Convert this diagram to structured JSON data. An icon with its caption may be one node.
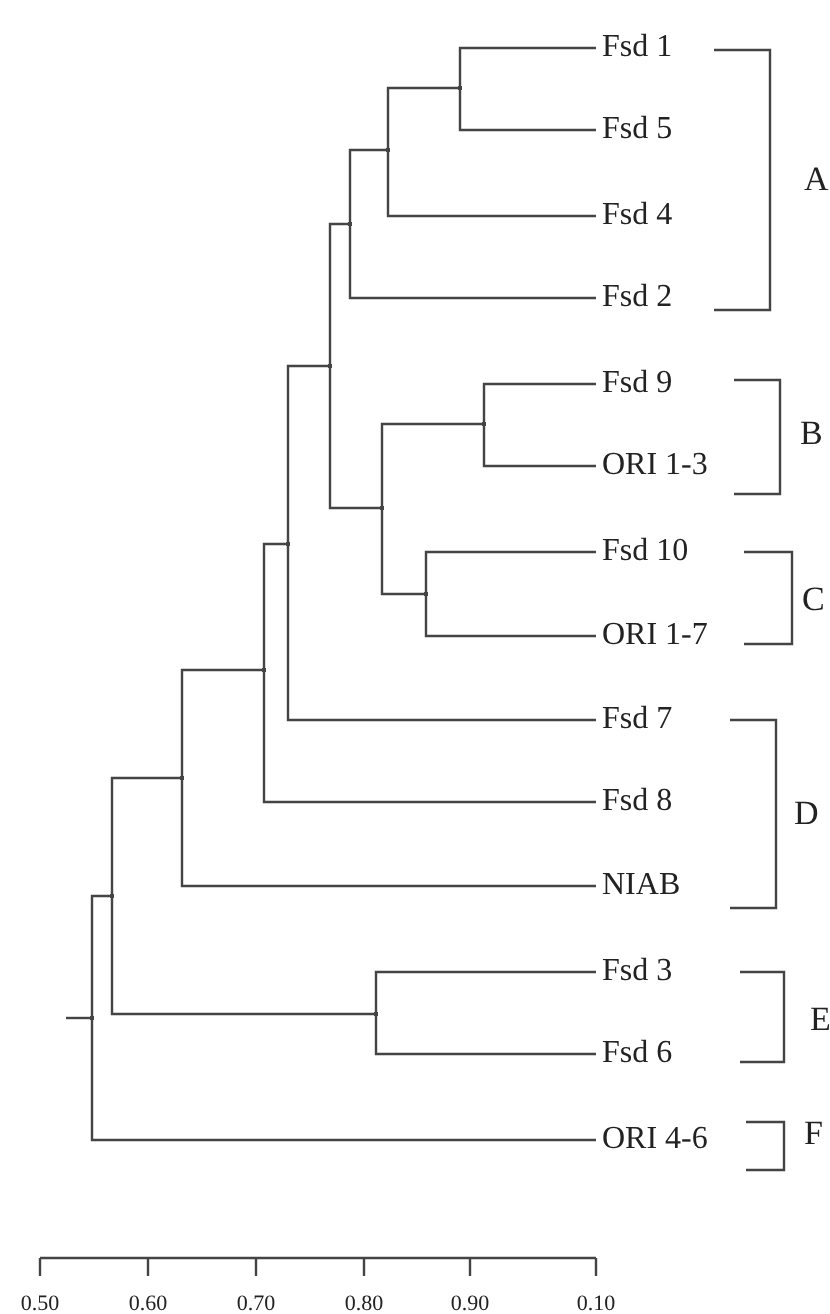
{
  "diagram": {
    "nodes": [
      {
        "text": [
          "Fsd 1"
        ]
      },
      {
        "text": [
          "Fsd 5"
        ]
      },
      {
        "text": [
          "Fsd 4"
        ]
      },
      {
        "text": [
          "Fsd 2"
        ]
      },
      {
        "text": [
          "Fsd 9"
        ]
      },
      {
        "text": [
          "ORI 1-3"
        ]
      },
      {
        "text": [
          "Fsd 10"
        ]
      },
      {
        "text": [
          "ORI 1-7"
        ]
      },
      {
        "text": [
          "Fsd 7"
        ]
      },
      {
        "text": [
          "Fsd 8"
        ]
      },
      {
        "text": [
          "NIAB"
        ]
      },
      {
        "text": [
          "Fsd 3"
        ]
      },
      {
        "text": [
          "Fsd 6"
        ]
      },
      {
        "text": [
          "ORI 4-6"
        ]
      },
      {
        "text": [],
        "shape": "junction"
      },
      {
        "text": [],
        "shape": "junction"
      },
      {
        "text": [],
        "shape": "junction"
      },
      {
        "text": [],
        "shape": "junction"
      },
      {
        "text": [],
        "shape": "junction"
      },
      {
        "text": [],
        "shape": "junction"
      },
      {
        "text": [],
        "shape": "junction"
      },
      {
        "text": [],
        "shape": "junction"
      },
      {
        "text": [],
        "shape": "junction"
      },
      {
        "text": [],
        "shape": "junction"
      },
      {
        "text": [],
        "shape": "junction"
      },
      {
        "text": [],
        "shape": "junction"
      },
      {
        "text": [],
        "shape": "junction"
      }
    ],
    "edges": [
      {
        "from": 25,
        "to": 0,
        "arrow": "none"
      },
      {
        "from": 25,
        "to": 1,
        "arrow": "none"
      },
      {
        "from": 23,
        "to": 25,
        "arrow": "none"
      },
      {
        "from": 23,
        "to": 2,
        "arrow": "none"
      },
      {
        "from": 20,
        "to": 23,
        "arrow": "none"
      },
      {
        "from": 20,
        "to": 3,
        "arrow": "none"
      },
      {
        "from": 26,
        "to": 4,
        "arrow": "none"
      },
      {
        "from": 26,
        "to": 5,
        "arrow": "none"
      },
      {
        "from": 24,
        "to": 6,
        "arrow": "none"
      },
      {
        "from": 24,
        "to": 7,
        "arrow": "none"
      },
      {
        "from": 22,
        "to": 26,
        "arrow": "none"
      },
      {
        "from": 22,
        "to": 24,
        "arrow": "none"
      },
      {
        "from": 19,
        "to": 20,
        "arrow": "none"
      },
      {
        "from": 19,
        "to": 22,
        "arrow": "none"
      },
      {
        "from": 18,
        "to": 19,
        "arrow": "none"
      },
      {
        "from": 18,
        "to": 8,
        "arrow": "none"
      },
      {
        "from": 17,
        "to": 18,
        "arrow": "none"
      },
      {
        "from": 17,
        "to": 9,
        "arrow": "none"
      },
      {
        "from": 16,
        "to": 17,
        "arrow": "none"
      },
      {
        "from": 16,
        "to": 10,
        "arrow": "none"
      },
      {
        "from": 21,
        "to": 11,
        "arrow": "none"
      },
      {
        "from": 21,
        "to": 12,
        "arrow": "none"
      },
      {
        "from": 15,
        "to": 16,
        "arrow": "none"
      },
      {
        "from": 15,
        "to": 21,
        "arrow": "none"
      },
      {
        "from": 14,
        "to": 15,
        "arrow": "none"
      },
      {
        "from": 14,
        "to": 13,
        "arrow": "none"
      },
      {
        "from": null,
        "to": 14,
        "arrow": "none"
      }
    ],
    "labels": [
      "A",
      "B",
      "C",
      "D",
      "E",
      "F",
      "0.50",
      "0.60",
      "0.70",
      "0.80",
      "0.90",
      "0.10"
    ]
  }
}
